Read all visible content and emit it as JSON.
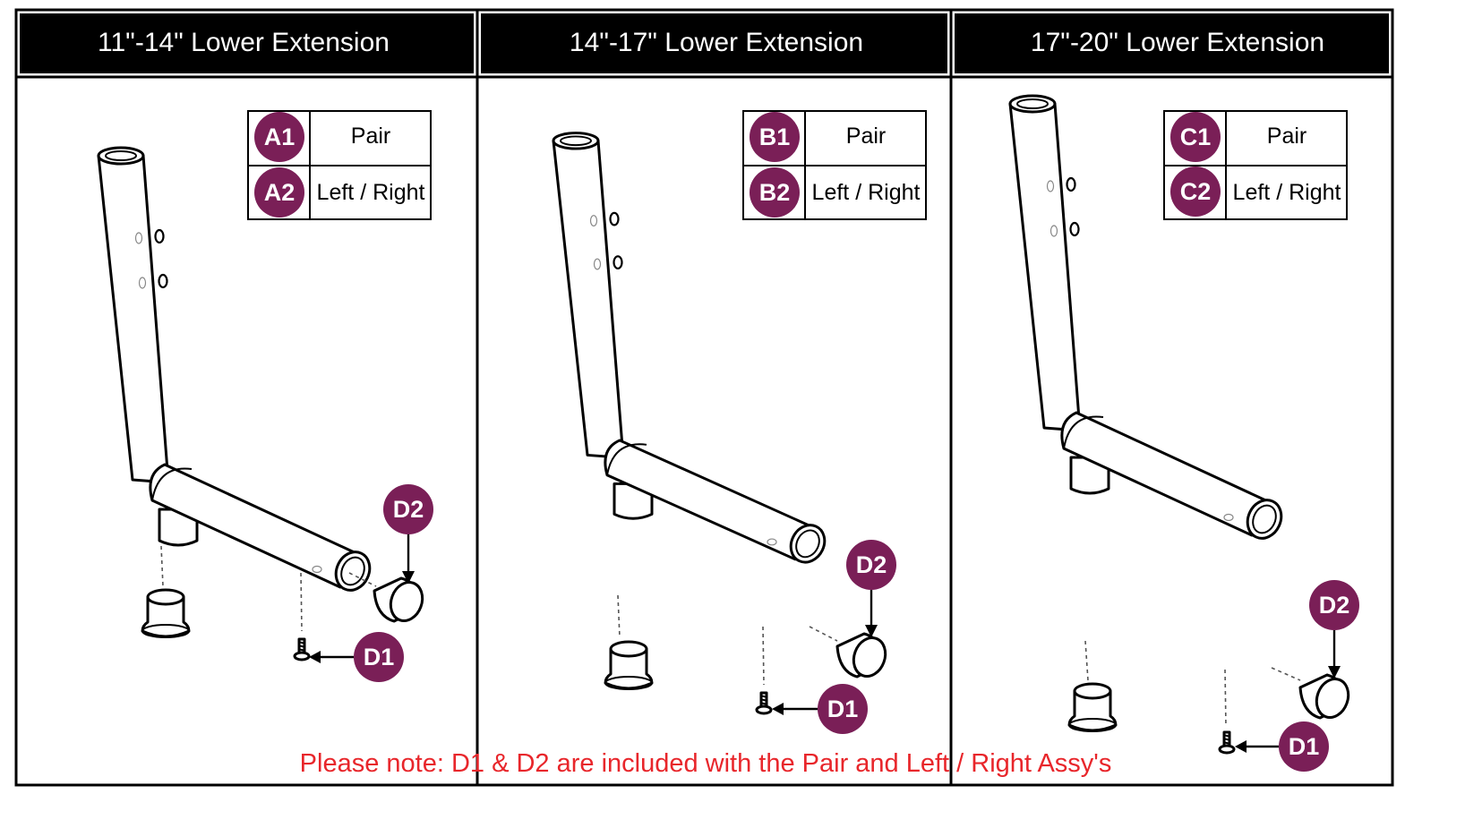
{
  "colors": {
    "badge": "#7a1f57",
    "header_bg": "#000000",
    "header_text": "#ffffff",
    "note": "#e8262b"
  },
  "panels": [
    {
      "header": "11\"-14\" Lower Extension",
      "table": [
        {
          "badge": "A1",
          "label": "Pair"
        },
        {
          "badge": "A2",
          "label": "Left / Right"
        }
      ]
    },
    {
      "header": "14\"-17\" Lower Extension",
      "table": [
        {
          "badge": "B1",
          "label": "Pair"
        },
        {
          "badge": "B2",
          "label": "Left / Right"
        }
      ]
    },
    {
      "header": "17\"-20\" Lower Extension",
      "table": [
        {
          "badge": "C1",
          "label": "Pair"
        },
        {
          "badge": "C2",
          "label": "Left / Right"
        }
      ]
    }
  ],
  "callouts": {
    "d1": "D1",
    "d2": "D2"
  },
  "note": "Please note: D1 & D2 are included with the Pair and Left / Right Assy's"
}
